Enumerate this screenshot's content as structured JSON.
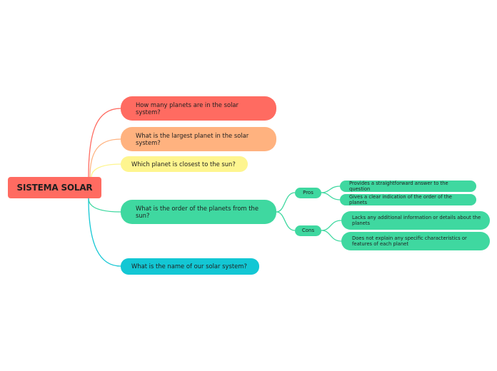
{
  "root": {
    "label": "SISTEMA SOLAR"
  },
  "questions": [
    {
      "label": "How many planets are in the solar system?",
      "color": "#ff6b61"
    },
    {
      "label": "What is the largest planet in the solar system?",
      "color": "#ffb27f"
    },
    {
      "label": "Which planet is closest to the sun?",
      "color": "#fef58f"
    },
    {
      "label": "What is the order of the planets from the sun?",
      "color": "#3fd8a0"
    },
    {
      "label": "What is the name of our solar system?",
      "color": "#13c7d4"
    }
  ],
  "evaluation": {
    "pros": {
      "label": "Pros",
      "items": [
        "Provides a straightforward answer to the question",
        "Gives a clear indication of the order of the planets"
      ]
    },
    "cons": {
      "label": "Cons",
      "items": [
        "Lacks any additional information or details about the planets",
        "Does not explain any specific characteristics or features of each planet"
      ]
    }
  }
}
